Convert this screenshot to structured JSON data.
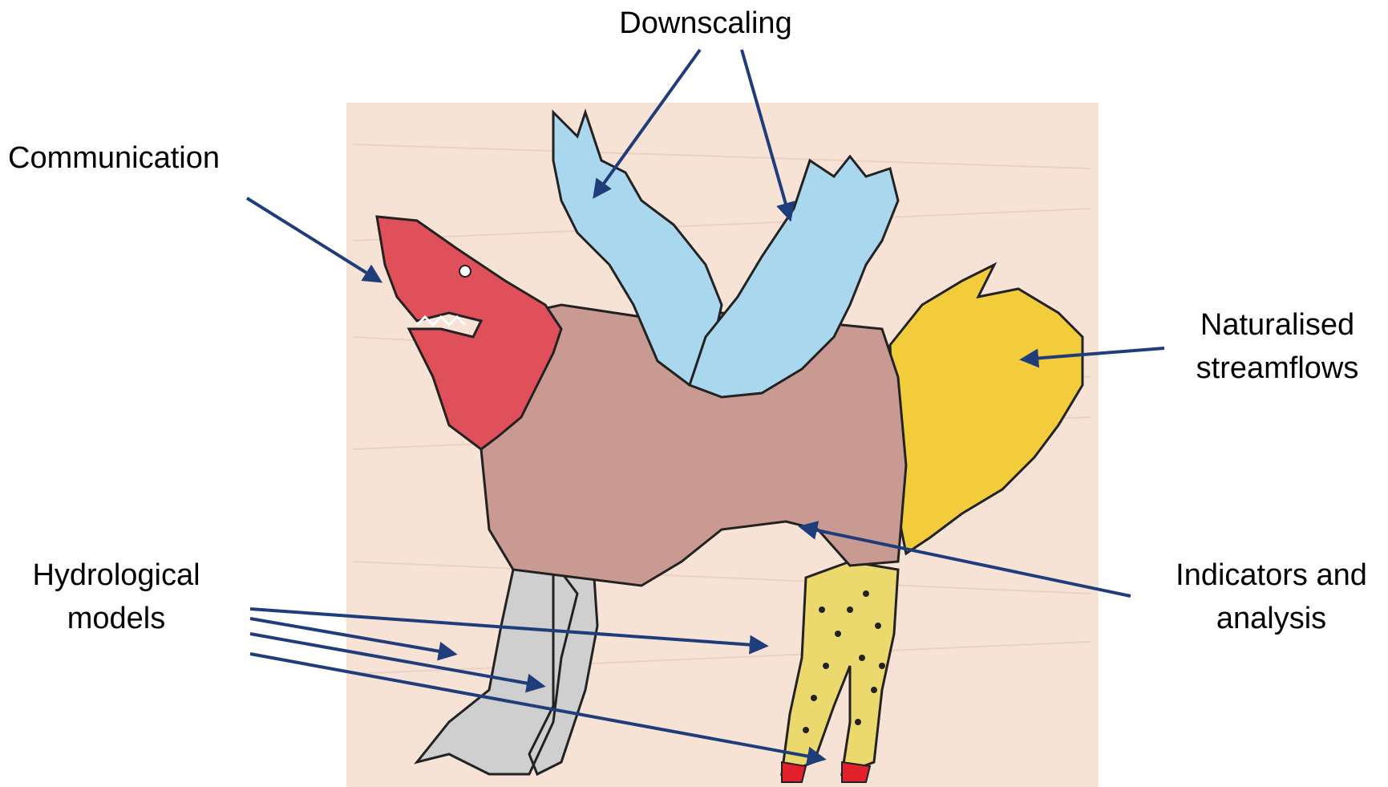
{
  "labels": {
    "downscaling": "Downscaling",
    "communication": "Communication",
    "naturalised": {
      "line1": "Naturalised",
      "line2": "streamflows"
    },
    "hydrological": {
      "line1": "Hydrological",
      "line2": "models"
    },
    "indicators": {
      "line1": "Indicators and",
      "line2": "analysis"
    }
  },
  "colors": {
    "arrow": "#1f3d7a",
    "paper": "#f6e3d6",
    "shark_head": "#e0505a",
    "wings": "#a9d8ee",
    "tail": "#f2cc3a",
    "body": "#c99a92",
    "front_legs": "#cfcfcf",
    "hind_legs": "#ecd96e",
    "hooves": "#e0202a"
  }
}
